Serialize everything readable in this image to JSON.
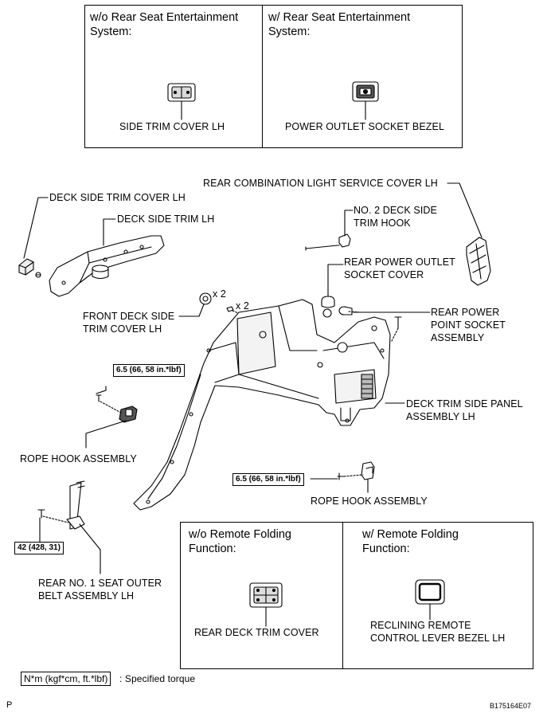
{
  "top_box": {
    "left_header": [
      "w/o Rear Seat Entertainment",
      "System:"
    ],
    "left_part": "SIDE TRIM COVER LH",
    "right_header": [
      "w/ Rear Seat Entertainment",
      "System:"
    ],
    "right_part": "POWER OUTLET SOCKET BEZEL"
  },
  "callouts": {
    "rear_combination_light_service_cover": "REAR COMBINATION LIGHT SERVICE COVER LH",
    "deck_side_trim_cover": "DECK SIDE TRIM COVER LH",
    "deck_side_trim": "DECK SIDE TRIM LH",
    "no2_deck_side_trim_hook": [
      "NO. 2 DECK SIDE",
      "TRIM HOOK"
    ],
    "rear_power_outlet_socket_cover": [
      "REAR POWER OUTLET",
      "SOCKET COVER"
    ],
    "rear_power_point_socket_assembly": [
      "REAR POWER",
      "POINT SOCKET",
      "ASSEMBLY"
    ],
    "front_deck_side_trim_cover": [
      "FRONT DECK SIDE",
      "TRIM COVER LH"
    ],
    "deck_trim_side_panel_assembly": [
      "DECK TRIM SIDE PANEL",
      "ASSEMBLY LH"
    ],
    "rope_hook_assembly_left": "ROPE HOOK ASSEMBLY",
    "rope_hook_assembly_right": "ROPE HOOK ASSEMBLY",
    "rear_no1_seat_outer_belt": [
      "REAR NO. 1 SEAT OUTER",
      "BELT ASSEMBLY LH"
    ],
    "qty_clip": "x 2",
    "qty_screw": "x 2"
  },
  "torques": {
    "rope_hook_left": "6.5 (66, 58 in.*lbf)",
    "rope_hook_right": "6.5 (66, 58 in.*lbf)",
    "belt": "42 (428, 31)"
  },
  "bottom_box": {
    "left_header": [
      "w/o Remote Folding",
      "Function:"
    ],
    "left_part": "REAR DECK TRIM COVER",
    "right_header": [
      "w/ Remote Folding",
      "Function:"
    ],
    "right_part": [
      "RECLINING REMOTE",
      "CONTROL LEVER BEZEL LH"
    ]
  },
  "legend": {
    "key": "N*m (kgf*cm, ft.*lbf)",
    "text": ": Specified torque"
  },
  "footer": {
    "left_mark": "P",
    "figure_id": "B175164E07"
  }
}
